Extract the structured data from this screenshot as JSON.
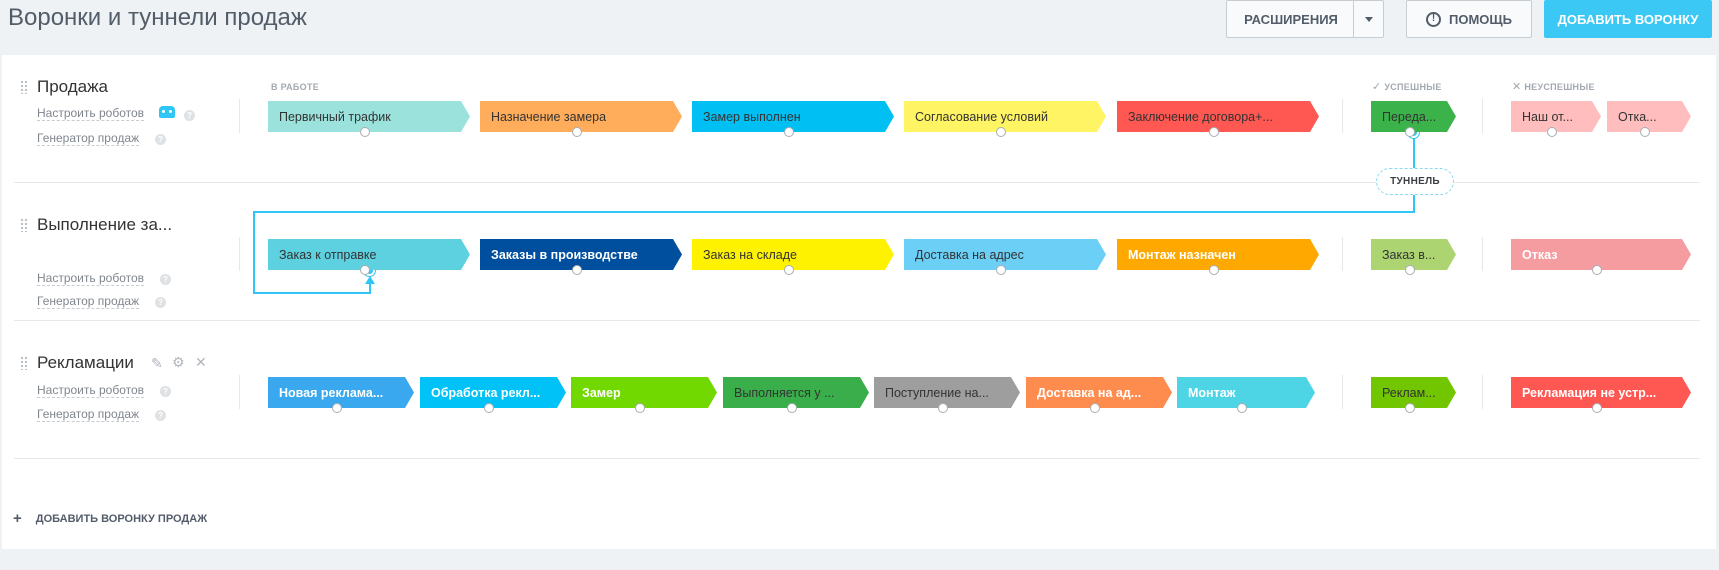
{
  "header": {
    "title": "Воронки и туннели продаж",
    "extensions_label": "РАСШИРЕНИЯ",
    "help_label": "ПОМОЩЬ",
    "add_funnel_label": "ДОБАВИТЬ ВОРОНКУ"
  },
  "columns": {
    "in_work": "В РАБОТЕ",
    "success": "УСПЕШНЫЕ",
    "fail": "НЕУСПЕШНЫЕ"
  },
  "funnels": [
    {
      "name": "Продажа",
      "robots_label": "Настроить роботов",
      "generator_label": "Генератор продаж",
      "stages": [
        {
          "label": "Первичный трафик",
          "color": "#9ce2dc"
        },
        {
          "label": "Назначение замера",
          "color": "#ffad5b"
        },
        {
          "label": "Замер выполнен",
          "color": "#00c0f3"
        },
        {
          "label": "Согласование условий",
          "color": "#fff463"
        },
        {
          "label": "Заключение договора+...",
          "color": "#ff5752"
        }
      ],
      "success": [
        {
          "label": "Переда...",
          "color": "#3cb24a"
        }
      ],
      "fail": [
        {
          "label": "Наш от...",
          "color": "#ffbebd"
        },
        {
          "label": "Отка...",
          "color": "#ffbebd"
        }
      ]
    },
    {
      "name": "Выполнение за...",
      "robots_label": "Настроить роботов",
      "generator_label": "Генератор продаж",
      "stages": [
        {
          "label": "Заказ к отправке",
          "color": "#5ed1e0"
        },
        {
          "label": "Заказы в производстве",
          "color": "#004f9e"
        },
        {
          "label": "Заказ на складе",
          "color": "#fff200"
        },
        {
          "label": "Доставка на адрес",
          "color": "#6bcff6"
        },
        {
          "label": "Монтаж назначен",
          "color": "#ffa800"
        }
      ],
      "success": [
        {
          "label": "Заказ в...",
          "color": "#acd471"
        }
      ],
      "fail": [
        {
          "label": "Отказ",
          "color": "#f49ca0"
        }
      ]
    },
    {
      "name": "Рекламации",
      "robots_label": "Настроить роботов",
      "generator_label": "Генератор продаж",
      "stages": [
        {
          "label": "Новая реклама...",
          "color": "#39a8ef"
        },
        {
          "label": "Обработка рекл...",
          "color": "#00c2f6"
        },
        {
          "label": "Замер",
          "color": "#72d900"
        },
        {
          "label": "Выполняется у ...",
          "color": "#3aae4a"
        },
        {
          "label": "Поступление на...",
          "color": "#9e9e9e"
        },
        {
          "label": "Доставка на ад...",
          "color": "#ff8c4f"
        },
        {
          "label": "Монтаж",
          "color": "#4dd5e6"
        }
      ],
      "success": [
        {
          "label": "Реклам...",
          "color": "#72c600"
        }
      ],
      "fail": [
        {
          "label": "Рекламация не устр...",
          "color": "#ff5752"
        }
      ]
    }
  ],
  "tunnel_label": "ТУННЕЛЬ",
  "add_sales_funnel_label": "ДОБАВИТЬ ВОРОНКУ ПРОДАЖ"
}
